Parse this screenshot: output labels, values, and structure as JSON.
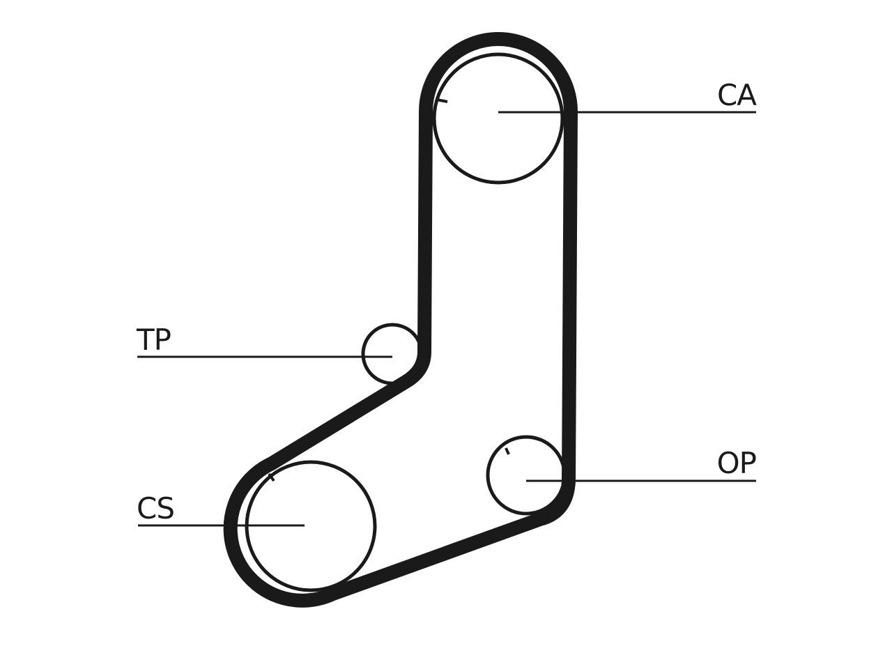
{
  "diagram": {
    "title": "",
    "colors": {
      "ink": "#1a1a1a",
      "background": "#ffffff"
    },
    "pulleys": [
      {
        "id": "CA",
        "label": "CA"
      },
      {
        "id": "TP",
        "label": "TP"
      },
      {
        "id": "CS",
        "label": "CS"
      },
      {
        "id": "OP",
        "label": "OP"
      }
    ]
  }
}
